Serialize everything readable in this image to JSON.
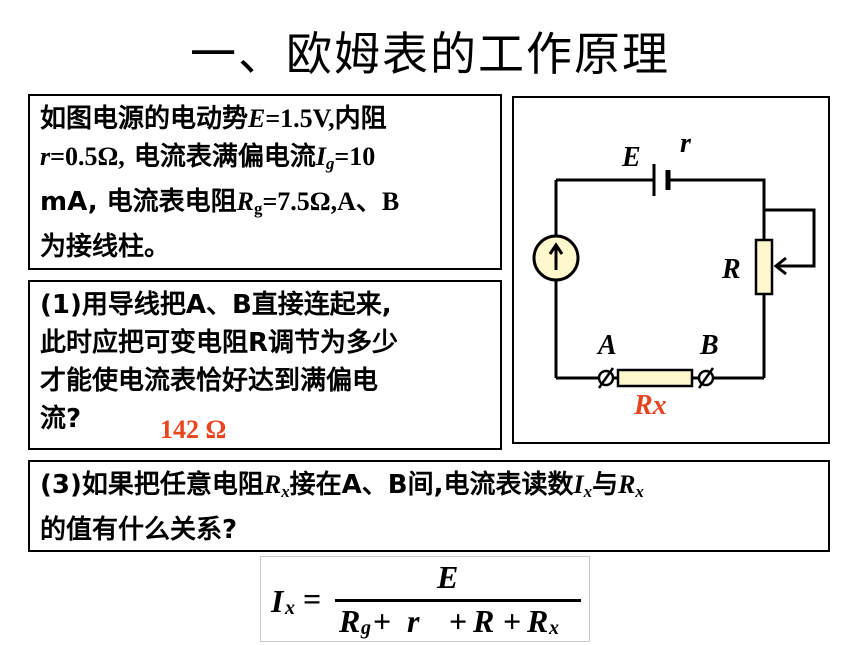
{
  "title": "一、欧姆表的工作原理",
  "box1": {
    "t1": "如图电源的电动势",
    "E": "E",
    "v1": "=1.5V,",
    "t2": "内阻",
    "r": "r",
    "v2": "=0.5Ω,",
    "t3": "电流表满偏电流",
    "I": "I",
    "g1": "g",
    "v3": "=10",
    "t4": "mA,",
    "t5": "电流表电阻",
    "R": "R",
    "g2": "g",
    "v4": "=7.5Ω,A、B",
    "t6": "为接线柱。"
  },
  "box2": {
    "line1": "(1)用导线把A、B直接连起来,",
    "line2": "此时应把可变电阻R调节为多少",
    "line3": "才能使电流表恰好达到满偏电",
    "line4": "流?",
    "answer": "142 Ω"
  },
  "box3": {
    "t1": "(3)如果把任意电阻",
    "R": "R",
    "x1": "x",
    "t2": "接在A、B间,电流表读数",
    "I": "I",
    "x2": "x",
    "t3": "与",
    "R2": "R",
    "x3": "x",
    "line2": "的值有什么关系?"
  },
  "circuit": {
    "E": "E",
    "r": "r",
    "R": "R",
    "A": "A",
    "B": "B",
    "Rx": "Rx",
    "accent": "#e8451f",
    "meter_fill": "#fff8cc",
    "resistor_fill": "#fff8cc"
  },
  "formula": {
    "lhs_I": "I",
    "lhs_x": "x",
    "eq": "=",
    "num": "E",
    "den_R": "R",
    "den_g": "g",
    "den_plus1": "+",
    "den_r": "r",
    "den_plus2": "+",
    "den_R2": "R",
    "den_plus3": "+",
    "den_R3": "R",
    "den_x": "x"
  }
}
